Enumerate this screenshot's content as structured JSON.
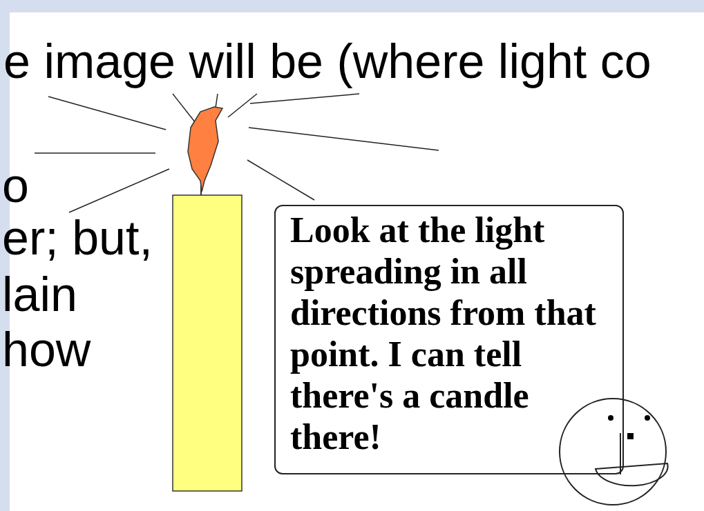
{
  "diagram": {
    "nodes": [
      {
        "text": [
          "Look at the light spreading in all directions from that point. I can tell there's a candle there!"
        ]
      }
    ],
    "labels": [
      "e image will be (where light co",
      "o",
      "er; but,",
      "lain",
      "how"
    ]
  }
}
